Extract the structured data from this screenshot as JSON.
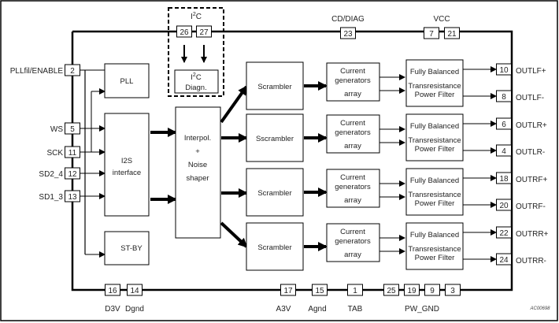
{
  "diagram": {
    "colors": {
      "line": "#000000",
      "text": "#222222",
      "background": "#ffffff"
    },
    "figure_code": "AC00698",
    "i2c_group": {
      "label_base": "I",
      "label_sup": "2",
      "label_tail": "C",
      "pins": [
        "26",
        "27"
      ],
      "diag_block": {
        "line1_base": "I",
        "line1_sup": "2",
        "line1_tail": "C",
        "line2": "Diagn."
      }
    },
    "top_pins": {
      "cd_diag": {
        "label": "CD/DIAG",
        "pins": [
          "23"
        ]
      },
      "vcc": {
        "label": "VCC",
        "pins": [
          "7",
          "21"
        ]
      }
    },
    "left_pins": [
      {
        "label": "PLLfil/ENABLE",
        "pin": "2"
      },
      {
        "label": "WS",
        "pin": "5"
      },
      {
        "label": "SCK",
        "pin": "11"
      },
      {
        "label": "SD2_4",
        "pin": "12"
      },
      {
        "label": "SD1_3",
        "pin": "13"
      }
    ],
    "blocks": {
      "pll": "PLL",
      "i2s": [
        "I2S",
        "interface"
      ],
      "standby": "ST-BY",
      "interpol": [
        "Interpol.",
        "+",
        "Noise",
        "shaper"
      ],
      "scramblers": [
        "Scrambler",
        "Sscrambler",
        "Scrambler",
        "Scrambler"
      ],
      "current_gen": [
        "Current",
        "generators",
        "array"
      ],
      "filter": [
        "Fully Balanced",
        "Transresistance",
        "Power Filter"
      ]
    },
    "outputs": [
      {
        "pin": "10",
        "label": "OUTLF+"
      },
      {
        "pin": "8",
        "label": "OUTLF-"
      },
      {
        "pin": "6",
        "label": "OUTLR+"
      },
      {
        "pin": "4",
        "label": "OUTLR-"
      },
      {
        "pin": "18",
        "label": "OUTRF+"
      },
      {
        "pin": "20",
        "label": "OUTRF-"
      },
      {
        "pin": "22",
        "label": "OUTRR+"
      },
      {
        "pin": "24",
        "label": "OUTRR-"
      }
    ],
    "bottom_pins": [
      {
        "pins": [
          "16"
        ],
        "label": "D3V"
      },
      {
        "pins": [
          "14"
        ],
        "label": "Dgnd"
      },
      {
        "pins": [
          "17"
        ],
        "label": "A3V"
      },
      {
        "pins": [
          "15"
        ],
        "label": "Agnd"
      },
      {
        "pins": [
          "1"
        ],
        "label": "TAB"
      },
      {
        "pins": [
          "25",
          "19",
          "9",
          "3"
        ],
        "label": "PW_GND"
      }
    ]
  }
}
